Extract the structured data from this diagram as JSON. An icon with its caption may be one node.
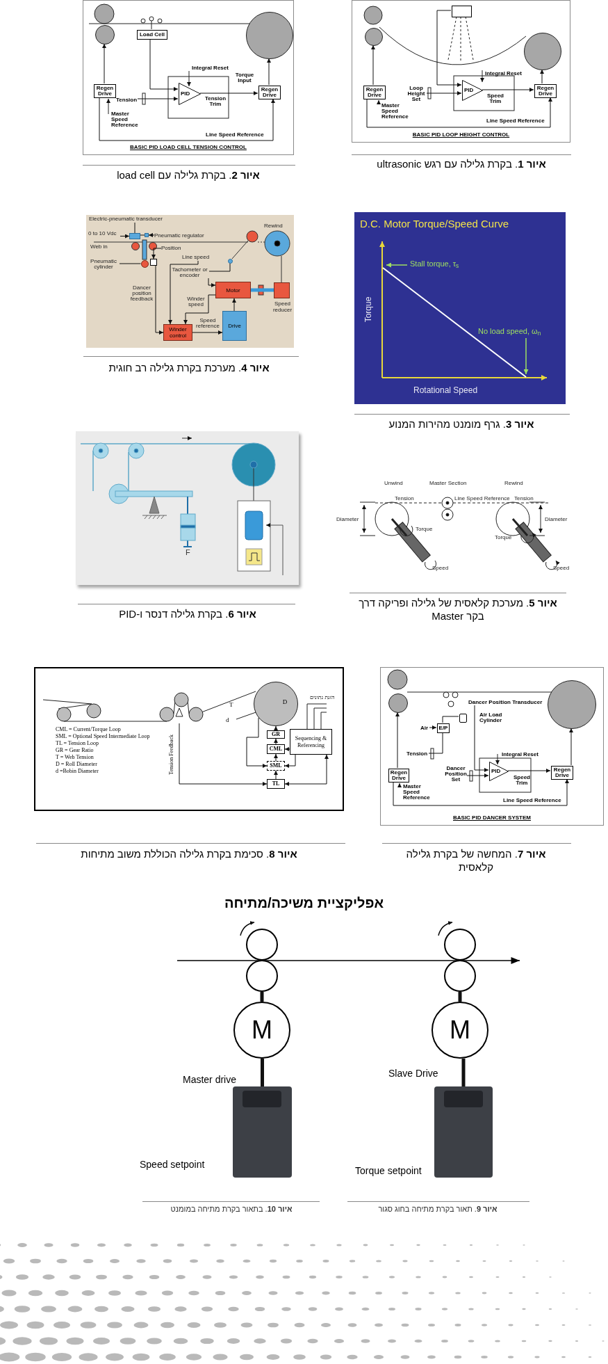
{
  "diagram": {
    "title": "אפליקציית משיכה/מתיחה",
    "nodes": [
      {
        "text": [
          "BASIC PID LOAD CELL TENSION CONTROL"
        ]
      },
      {
        "text": [
          "Load Cell"
        ],
        "in": 0
      },
      {
        "text": [
          "Regen Drive"
        ],
        "in": 0
      },
      {
        "text": [
          "PID"
        ],
        "in": 0
      },
      {
        "text": [
          "Regen Drive"
        ],
        "in": 0
      },
      {
        "text": [
          "BASIC PID LOOP HEIGHT CONTROL"
        ]
      },
      {
        "text": [],
        "shape": "box",
        "in": 5
      },
      {
        "text": [
          "Regen Drive"
        ],
        "in": 5
      },
      {
        "text": [
          "PID"
        ],
        "in": 5
      },
      {
        "text": [
          "Regen Drive"
        ],
        "in": 5
      },
      {
        "text": [
          "Motor"
        ]
      },
      {
        "text": [
          "Drive"
        ]
      },
      {
        "text": [
          "Winder control"
        ]
      },
      {
        "text": [],
        "shape": "box",
        "beside": [
          "Speed reducer"
        ]
      },
      {
        "text": [
          "GR"
        ]
      },
      {
        "text": [
          "CML"
        ]
      },
      {
        "text": [
          "SML"
        ]
      },
      {
        "text": [
          "TL"
        ]
      },
      {
        "text": [
          "Sequencing & Referencing"
        ]
      },
      {
        "text": [
          "BASIC PID DANCER SYSTEM"
        ]
      },
      {
        "text": [
          "E/P"
        ],
        "in": 19
      },
      {
        "text": [
          "Regen Drive"
        ],
        "in": 19
      },
      {
        "text": [
          "PID"
        ],
        "in": 19
      },
      {
        "text": [
          "Regen Drive"
        ],
        "in": 19
      },
      {
        "text": [],
        "shape": "circle"
      },
      {
        "text": [],
        "shape": "circle"
      },
      {
        "text": [
          "M"
        ]
      },
      {
        "text": [],
        "shape": "picture",
        "beside": [
          "Master drive",
          "Speed setpoint"
        ]
      },
      {
        "text": [],
        "shape": "circle"
      },
      {
        "text": [],
        "shape": "circle"
      },
      {
        "text": [
          "M"
        ]
      },
      {
        "text": [],
        "shape": "picture",
        "beside": [
          "Slave Drive",
          "Torque setpoint"
        ]
      },
      {
        "text": [
          "Tension"
        ],
        "in": 0
      },
      {
        "text": [
          "Loop Height Set"
        ],
        "in": 5
      },
      {
        "text": [
          "Air"
        ],
        "in": 19
      },
      {
        "text": [
          "Tension"
        ],
        "in": 19
      },
      {
        "text": [
          "Dancer Position Transducer"
        ],
        "in": 19
      },
      {
        "text": [
          "Line speed"
        ]
      },
      {
        "text": [
          "Electric-pneumatic transducer"
        ]
      },
      {
        "text": [
          "0 to 10 Vdc"
        ]
      },
      {
        "text": [
          "Pneumatic regulator"
        ]
      },
      {
        "text": [
          "Position"
        ]
      },
      {
        "text": [
          "Pneumatic cylinder"
        ]
      },
      {
        "text": [
          "Tachometer or encoder"
        ]
      },
      {
        "text": [
          "D"
        ]
      },
      {
        "text": [],
        "shape": "circle",
        "in": 0
      },
      {
        "text": [],
        "shape": "circle",
        "in": 0
      },
      {
        "text": [],
        "shape": "circle",
        "in": 5
      },
      {
        "text": [],
        "shape": "circle",
        "in": 5
      },
      {
        "text": [],
        "shape": "circle",
        "in": 19
      },
      {
        "text": [],
        "shape": "circle",
        "in": 19
      },
      {
        "text": [],
        "shape": "box"
      },
      {
        "text": [],
        "shape": "cylinder",
        "in": 19,
        "beside": [
          "Air Load Cylinder"
        ]
      },
      {
        "text": [
          "Dancer Position Set"
        ],
        "in": 19
      },
      {
        "text": [],
        "shape": "box"
      },
      {
        "text": [],
        "shape": "box"
      },
      {
        "text": [],
        "shape": "circle"
      },
      {
        "text": [],
        "shape": "circle"
      }
    ],
    "edges": [
      {
        "from": 1,
        "to": 3,
        "arrow": "to"
      },
      {
        "from": 32,
        "to": 3,
        "arrow": "to"
      },
      {
        "from": 3,
        "to": 4,
        "arrow": "to"
      },
      {
        "from": 2,
        "to": 45,
        "arrow": "to"
      },
      {
        "from": 4,
        "to": 46,
        "arrow": "to"
      },
      {
        "from": 6,
        "to": 8,
        "arrow": "to"
      },
      {
        "from": 33,
        "to": 8,
        "arrow": "to"
      },
      {
        "from": 8,
        "to": 9,
        "arrow": "to"
      },
      {
        "from": 7,
        "to": 47,
        "arrow": "to"
      },
      {
        "from": 9,
        "to": 48,
        "arrow": "to"
      },
      {
        "from": 11,
        "to": 10,
        "arrow": "to"
      },
      {
        "from": 12,
        "to": 11,
        "arrow": "to"
      },
      {
        "from": 37,
        "to": 12,
        "arrow": "to"
      },
      {
        "from": 10,
        "to": 12,
        "arrow": "to"
      },
      {
        "from": 51,
        "to": 12,
        "arrow": "to"
      },
      {
        "from": 10,
        "to": 13,
        "arrow": "none",
        "style": "thick",
        "color": "#3a9ad9"
      },
      {
        "from": 15,
        "to": 14,
        "arrow": "to"
      },
      {
        "from": 16,
        "to": 15,
        "arrow": "to"
      },
      {
        "from": 17,
        "to": 16,
        "arrow": "to"
      },
      {
        "from": 18,
        "to": 15,
        "arrow": "to"
      },
      {
        "from": 18,
        "to": 16,
        "arrow": "to"
      },
      {
        "from": 17,
        "to": 18,
        "arrow": "both"
      },
      {
        "from": null,
        "to": 17,
        "arrow": "to"
      },
      {
        "from": 44,
        "to": 16,
        "arrow": "to"
      },
      {
        "from": 14,
        "to": 44,
        "arrow": "to"
      },
      {
        "from": 34,
        "to": 20,
        "arrow": "to"
      },
      {
        "from": 20,
        "to": 52,
        "arrow": "none"
      },
      {
        "from": 35,
        "to": 20,
        "arrow": "none"
      },
      {
        "from": 36,
        "to": 22,
        "arrow": "to"
      },
      {
        "from": 53,
        "to": 22,
        "arrow": "to"
      },
      {
        "from": 22,
        "to": 23,
        "arrow": "to"
      },
      {
        "from": 21,
        "to": 49,
        "arrow": "to"
      },
      {
        "from": 23,
        "to": 50,
        "arrow": "to"
      },
      {
        "from": 25,
        "to": 26,
        "arrow": "none",
        "style": "thick"
      },
      {
        "from": 26,
        "to": 27,
        "arrow": "none",
        "style": "thick"
      },
      {
        "from": 29,
        "to": 30,
        "arrow": "none",
        "style": "thick"
      },
      {
        "from": 30,
        "to": 31,
        "arrow": "none",
        "style": "thick"
      },
      {
        "from": 2,
        "to": 4,
        "arrow": "to"
      },
      {
        "from": 7,
        "to": 9,
        "arrow": "to"
      },
      {
        "from": 21,
        "to": 23,
        "arrow": "to"
      },
      {
        "from": 38,
        "to": 54,
        "arrow": "none"
      },
      {
        "from": 39,
        "to": 54,
        "arrow": "to"
      },
      {
        "from": 40,
        "to": 55,
        "arrow": "to"
      },
      {
        "from": 41,
        "to": 51,
        "arrow": "to"
      },
      {
        "from": 42,
        "to": 56,
        "arrow": "none"
      },
      {
        "from": 43,
        "to": 57,
        "arrow": "none"
      },
      {
        "from": 43,
        "to": 10,
        "arrow": "to"
      },
      {
        "from": 54,
        "to": 55,
        "arrow": "none"
      }
    ],
    "labels": [
      "Integral Reset",
      "Tension Trim",
      "Torque Input",
      "Master Speed Reference",
      "Line Speed Reference",
      "Integral Reset",
      "Speed Trim",
      "Master Speed Reference",
      "Line Speed Reference",
      "**איור 2**. בקרת גלילה עם load cell",
      "**איור 1**. בקרת גלילה עם רגש ultrasonic",
      "Web in",
      "Rewind",
      "Dancer position feedback",
      "Winder speed",
      "Speed reference",
      "D.C. Motor Torque/Speed Curve",
      "Stall torque, τ$_{s}$",
      "Torque",
      "No load speed, ω$_{n}$",
      "Rotational Speed",
      "**איור 4**. מערכת בקרת גלילה רב חוגית",
      "**איור 3**. גרף מומנט מהירות המנוע",
      "F",
      "Unwind",
      "Master Section",
      "Rewind",
      "Tension",
      "Line Speed Reference",
      "Tension",
      "Diameter",
      "Torque",
      "Speed",
      "Diameter",
      "Torque",
      "Speed",
      "**איור 6**. בקרת גלילה דנסר ו-PID",
      "**איור 5**. מערכת קלאסית של גלילה ופריקה דרך בקר Master",
      "הזנת נתונים",
      "T",
      "d",
      "CML = Current/Torque Loop",
      "SML = Optional Speed Intermediate Loop",
      "TL = Tension Loop",
      "GR = Gear Ratio",
      "T = Web Tension",
      "D = Roll Diameter",
      "d =Bobin Diameter",
      "Tension Feedback",
      "Integral Reset",
      "Speed Trim",
      "Master Speed Reference",
      "Line Speed Reference",
      "**איור 8**. סכימת בקרת גלילה הכוללת משוב מתיחות",
      "**איור 7**. המחשה של בקרת גלילה קלאסית",
      "**איור 10**. בתאור בקרת מתיחה במומנט",
      "**איור 9**. תאור בקרת מתיחה בחוג סגור"
    ]
  }
}
